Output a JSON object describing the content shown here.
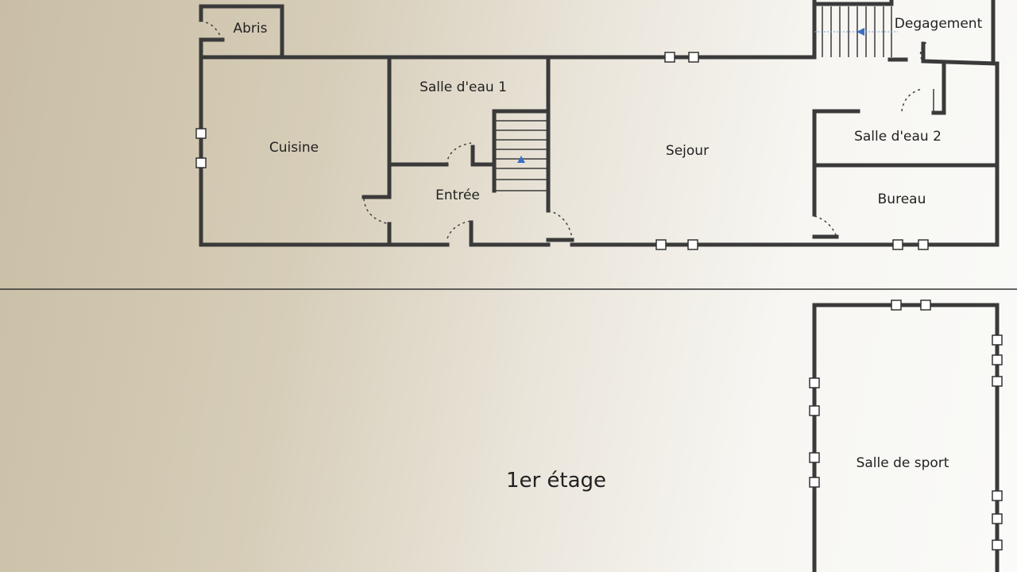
{
  "rooms": {
    "abris": "Abris",
    "cuisine": "Cuisine",
    "salle_eau_1": "Salle d'eau 1",
    "entree": "Entrée",
    "sejour": "Sejour",
    "degagement": "Degagement",
    "salle_eau_2": "Salle d'eau 2",
    "bureau": "Bureau",
    "salle_sport": "Salle de sport"
  },
  "floor_label": "1er étage",
  "colors": {
    "wall": "#3a3a3a",
    "stair_arrow": "#3b6fc4"
  }
}
